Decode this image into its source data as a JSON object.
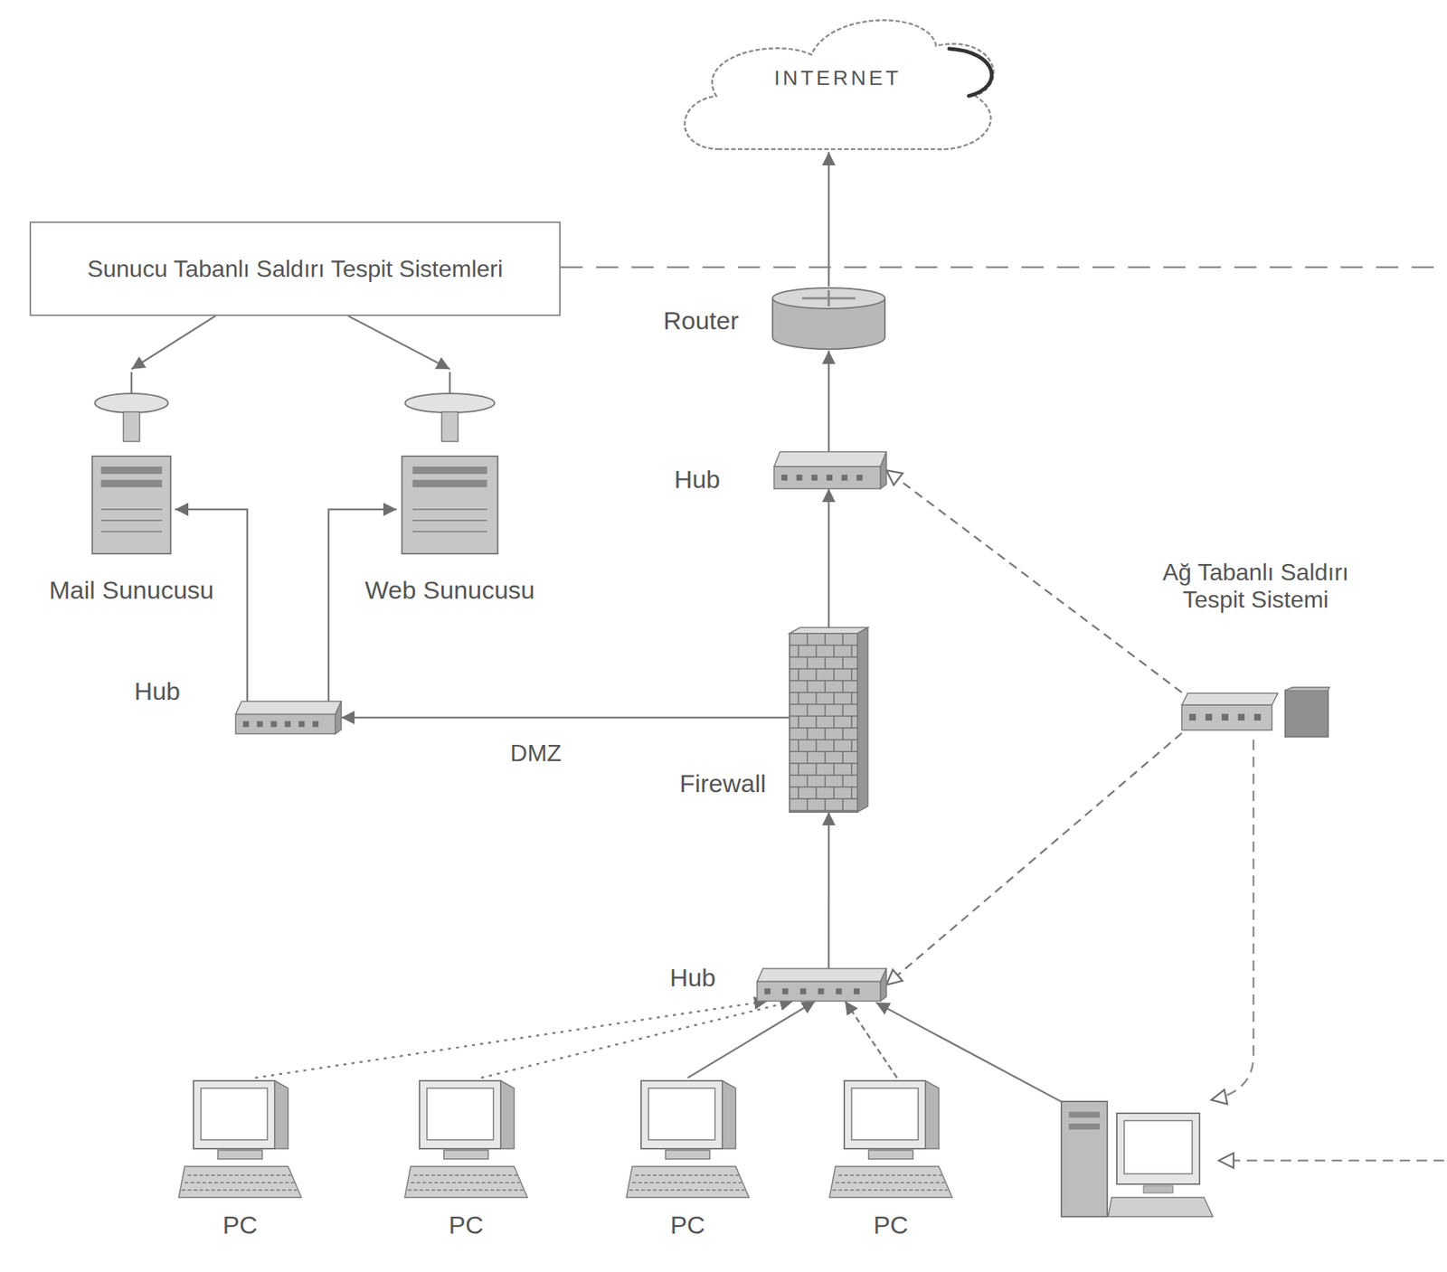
{
  "diagram": {
    "nodes": [
      {
        "text": [
          "INTERNET"
        ]
      },
      {
        "text": [
          "Sunucu Tabanlı Saldırı Tespit Sistemleri"
        ]
      },
      {
        "text": [
          "Router"
        ]
      },
      {
        "text": [
          "Hub"
        ]
      },
      {
        "text": [
          "Mail Sunucusu"
        ]
      },
      {
        "text": [
          "Web Sunucusu"
        ]
      },
      {
        "text": [
          "Hub"
        ]
      },
      {
        "text": [
          "Firewall"
        ]
      },
      {
        "text": [
          "Ağ Tabanlı Saldırı Tespit Sistemi"
        ]
      },
      {
        "text": [
          "Hub"
        ]
      },
      {
        "text": [
          "PC"
        ]
      },
      {
        "text": [
          "PC"
        ]
      },
      {
        "text": [
          "PC"
        ]
      },
      {
        "text": [
          "PC"
        ]
      }
    ],
    "edges": [
      {
        "from": 2,
        "to": 0,
        "arrow": "to"
      },
      {
        "from": 3,
        "to": 2,
        "arrow": "to"
      },
      {
        "from": 7,
        "to": 3,
        "arrow": "to"
      },
      {
        "from": 9,
        "to": 7,
        "arrow": "to"
      },
      {
        "from": 7,
        "to": 6,
        "label": "DMZ",
        "arrow": "to"
      },
      {
        "from": 6,
        "to": 4,
        "arrow": "to"
      },
      {
        "from": 6,
        "to": 5,
        "arrow": "to"
      },
      {
        "from": 1,
        "to": 4,
        "arrow": "to"
      },
      {
        "from": 1,
        "to": 5,
        "arrow": "to"
      },
      {
        "from": 8,
        "to": 3,
        "arrow": "to"
      },
      {
        "from": 8,
        "to": 9,
        "arrow": "to"
      },
      {
        "from": 10,
        "to": 9,
        "arrow": "to"
      },
      {
        "from": 11,
        "to": 9,
        "arrow": "to"
      },
      {
        "from": 12,
        "to": 9,
        "arrow": "to"
      },
      {
        "from": 13,
        "to": 9,
        "arrow": "to"
      }
    ]
  }
}
